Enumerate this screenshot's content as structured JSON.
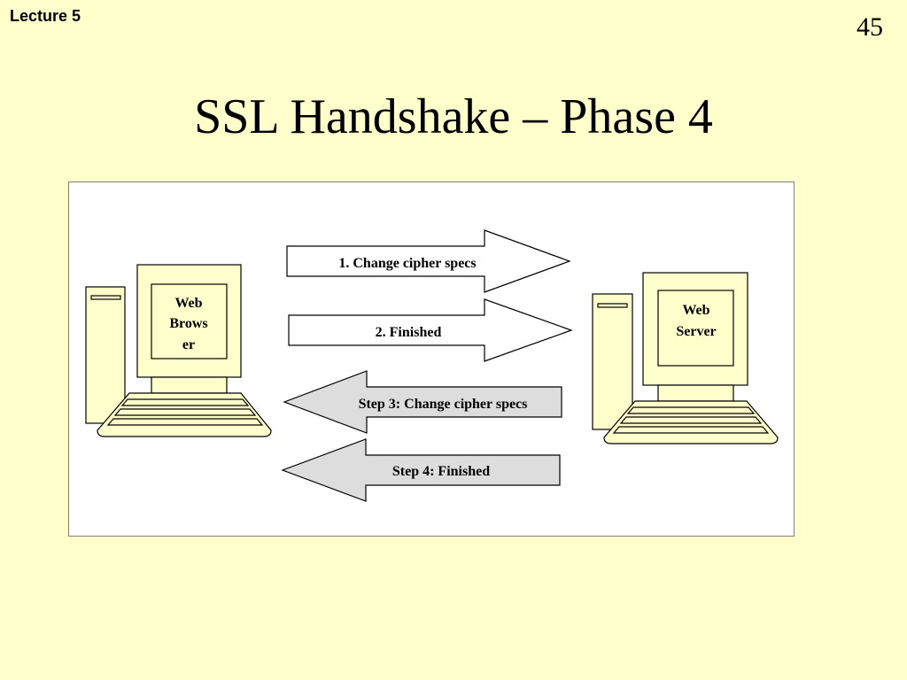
{
  "slide": {
    "lecture": "Lecture 5",
    "page_number": "45",
    "title": "SSL Handshake – Phase 4"
  },
  "diagram": {
    "client": {
      "label_lines": [
        "Web",
        "Brows",
        "er"
      ]
    },
    "server": {
      "label_lines": [
        "Web",
        "Server"
      ]
    },
    "messages": [
      {
        "label": "1. Change cipher specs",
        "direction": "to-server",
        "fill": "#FFFFFF"
      },
      {
        "label": "2. Finished",
        "direction": "to-server",
        "fill": "#FFFFFF"
      },
      {
        "label": "Step 3: Change cipher specs",
        "direction": "to-client",
        "fill": "#DDDDDD"
      },
      {
        "label": "Step 4: Finished",
        "direction": "to-client",
        "fill": "#DDDDDD"
      }
    ]
  },
  "colors": {
    "background": "#FFFFCC",
    "computer_fill": "#FFFFCC",
    "outline": "#000000",
    "frame": "#FFFFFF",
    "reply_arrow": "#DDDDDD"
  }
}
